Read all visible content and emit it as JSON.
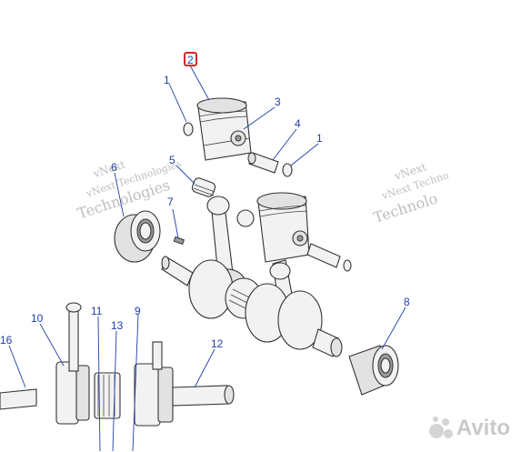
{
  "callouts": {
    "c2": "2",
    "c1a": "1",
    "c3": "3",
    "c4": "4",
    "c1b": "1",
    "c5": "5",
    "c6": "6",
    "c7": "7",
    "c8": "8",
    "c9": "9",
    "c10": "10",
    "c11": "11",
    "c12": "12",
    "c13": "13",
    "c16": "16"
  },
  "watermarks": {
    "w1_line1": "vNext",
    "w1_line2": "vNext Technologies",
    "w1_line3": "Technologies",
    "w2_line1": "vNext",
    "w2_line2": "vNext Techno",
    "w2_line3": "Technolo"
  },
  "logo": {
    "text": "Avito"
  },
  "colors": {
    "callout": "#1f3fa8",
    "highlight": "#d9262b",
    "part_stroke": "#333333"
  }
}
